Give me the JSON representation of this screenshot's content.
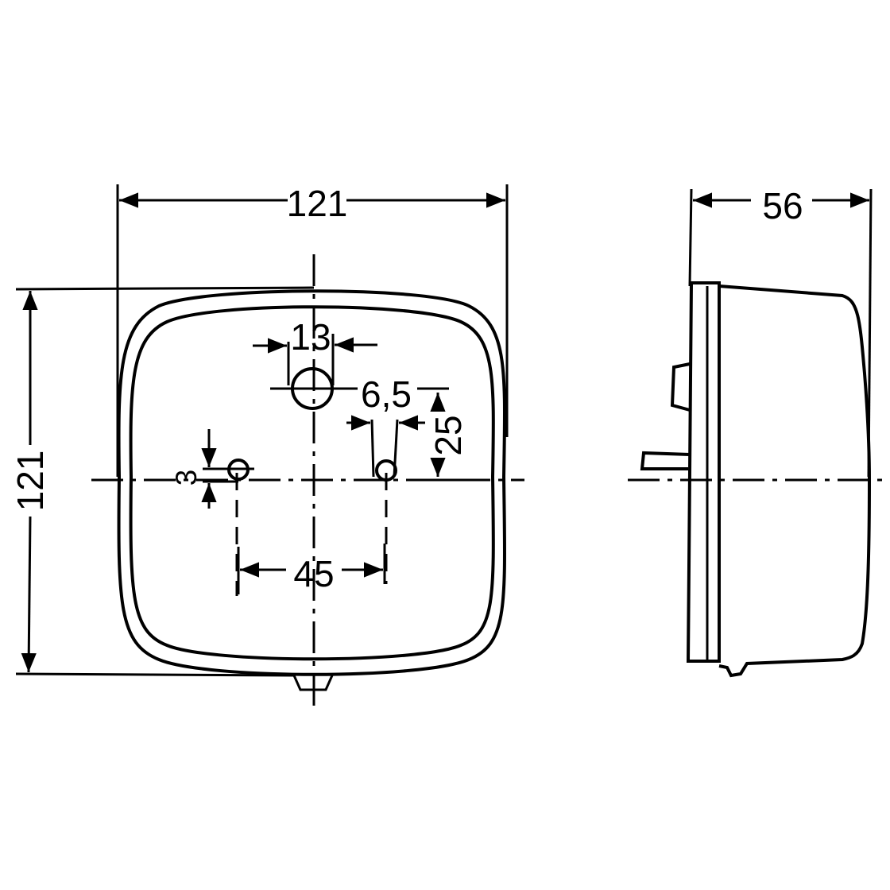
{
  "drawing": {
    "front_view": {
      "overall_width": "121",
      "overall_height": "121",
      "center_hole_diameter": "13",
      "mounting_hole_offset": "6,5",
      "vertical_offset": "25",
      "small_hole_diameter": "3",
      "hole_spacing": "45"
    },
    "side_view": {
      "depth": "56"
    }
  }
}
